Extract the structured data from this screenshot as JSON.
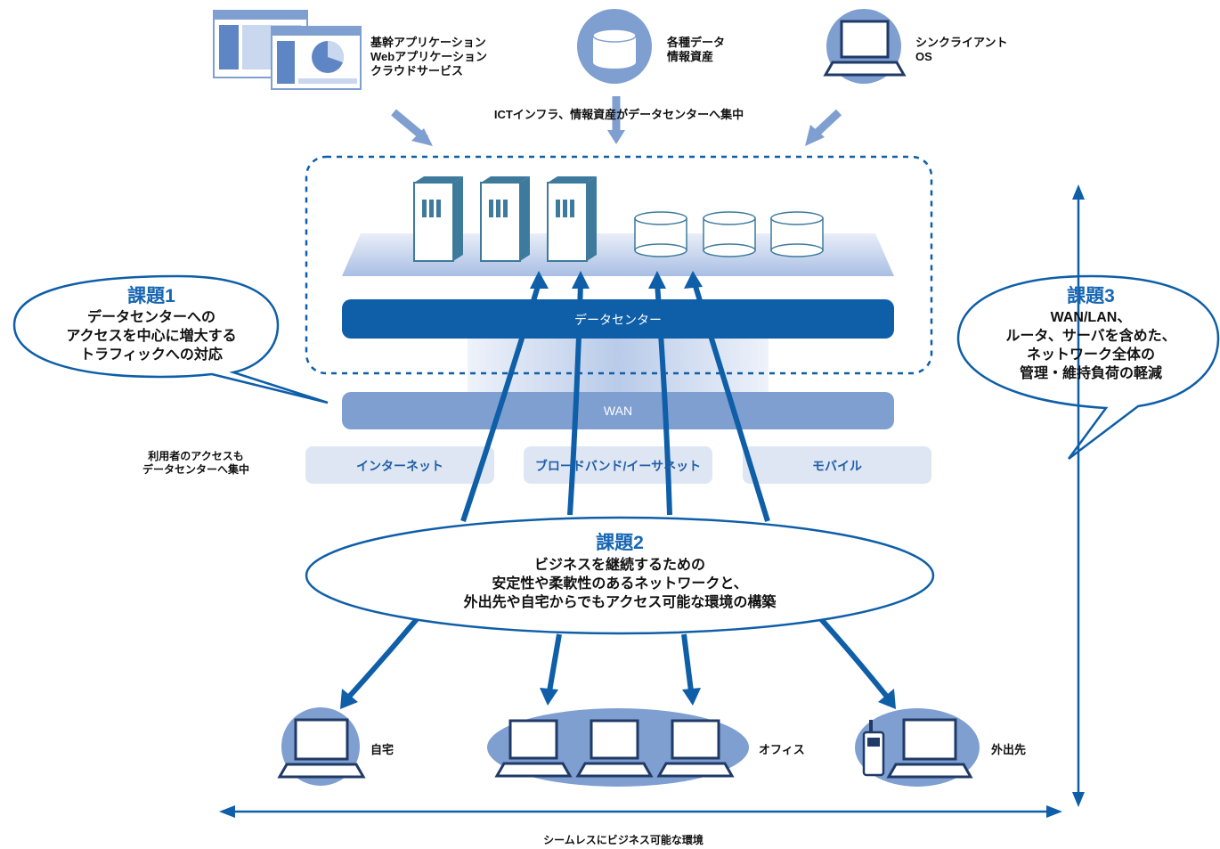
{
  "top_sources": {
    "apps_label": "基幹アプリケーション\nWebアプリケーション\nクラウドサービス",
    "data_label": "各種データ\n情報資産",
    "client_label": "シンクライアント\nOS",
    "convergence_caption": "ICTインフラ、情報資産がデータセンターへ集中"
  },
  "network": {
    "datacenter_label": "データセンター",
    "wan_label": "WAN",
    "user_access_caption": "利用者のアクセスも\nデータセンターへ集中",
    "segments": [
      "インターネット",
      "ブロードバンド/イーサネット",
      "モバイル"
    ]
  },
  "issues": [
    {
      "title": "課題1",
      "body": "データセンターへの\nアクセスを中心に増大する\nトラフィックへの対応"
    },
    {
      "title": "課題2",
      "body": "ビジネスを継続するための\n安定性や柔軟性のあるネットワークと、\n外出先や自宅からでもアクセス可能な環境の構築"
    },
    {
      "title": "課題3",
      "body": "WAN/LAN、\nルータ、サーバを含めた、\nネットワーク全体の\n管理・維持負荷の軽減"
    }
  ],
  "locations": [
    "自宅",
    "オフィス",
    "外出先"
  ],
  "bottom_caption": "シームレスにビジネス可能な環境",
  "colors": {
    "dark_blue": "#0e5ea8",
    "mid_blue": "#7f9fd1",
    "light_blue": "#dfe6f3",
    "server": "#3d7a9c",
    "accent_text": "#1766b3"
  }
}
